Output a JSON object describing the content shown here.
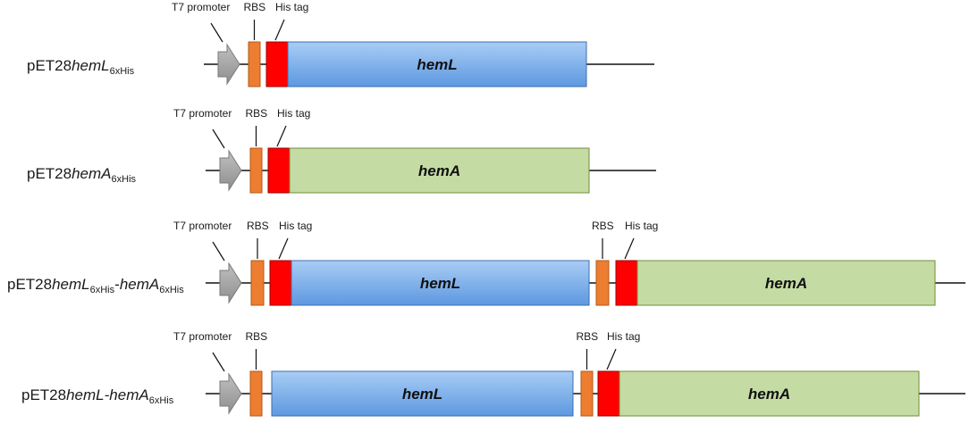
{
  "legend": {
    "promoter": "T7 promoter",
    "rbs": "RBS",
    "his_tag": "His tag"
  },
  "constructs": [
    {
      "prefix": "pET28",
      "gene1": "hemL",
      "sub1": "6xHis",
      "sep": "",
      "gene2": "",
      "sub2": "",
      "parts": [
        {
          "kind": "promoter"
        },
        {
          "kind": "rbs",
          "label": "RBS"
        },
        {
          "kind": "his",
          "label": "His tag"
        },
        {
          "kind": "gene",
          "name": "hemL",
          "color": "hemL"
        }
      ]
    },
    {
      "prefix": "pET28",
      "gene1": "hemA",
      "sub1": "6xHis",
      "sep": "",
      "gene2": "",
      "sub2": "",
      "parts": [
        {
          "kind": "promoter"
        },
        {
          "kind": "rbs",
          "label": "RBS"
        },
        {
          "kind": "his",
          "label": "His tag"
        },
        {
          "kind": "gene",
          "name": "hemA",
          "color": "hemA"
        }
      ]
    },
    {
      "prefix": "pET28",
      "gene1": "hemL",
      "sub1": "6xHis",
      "sep": "-",
      "gene2": "hemA",
      "sub2": "6xHis",
      "parts": [
        {
          "kind": "promoter"
        },
        {
          "kind": "rbs",
          "label": "RBS"
        },
        {
          "kind": "his",
          "label": "His tag"
        },
        {
          "kind": "gene",
          "name": "hemL",
          "color": "hemL"
        },
        {
          "kind": "rbs",
          "label": "RBS"
        },
        {
          "kind": "his",
          "label": "His tag"
        },
        {
          "kind": "gene",
          "name": "hemA",
          "color": "hemA"
        }
      ]
    },
    {
      "prefix": "pET28",
      "gene1": "hemL-hemA",
      "sub1": "",
      "sep": "",
      "gene2": "",
      "sub2": "6xHis",
      "parts": [
        {
          "kind": "promoter"
        },
        {
          "kind": "rbs",
          "label": "RBS"
        },
        {
          "kind": "gene",
          "name": "hemL",
          "color": "hemL"
        },
        {
          "kind": "rbs",
          "label": "RBS"
        },
        {
          "kind": "his",
          "label": "His tag"
        },
        {
          "kind": "gene",
          "name": "hemA",
          "color": "hemA"
        }
      ]
    }
  ],
  "colors": {
    "promoter": "#a6a6a6",
    "rbs": "#ed7d31",
    "his": "#ff0000",
    "hemL": "#7fb2ec",
    "hemA": "#c5dba4"
  }
}
